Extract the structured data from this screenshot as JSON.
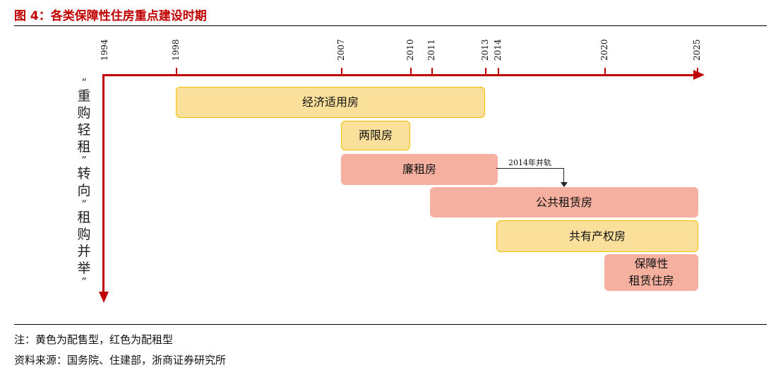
{
  "title": "图 4：各类保障性住房重点建设时期",
  "years": [
    "1994",
    "1998",
    "2007",
    "2010",
    "2011",
    "2013",
    "2014",
    "2020",
    "2025"
  ],
  "vertical_label": {
    "open_quote": "“",
    "close_quote": "”",
    "part1": [
      "重",
      "购",
      "轻",
      "租"
    ],
    "middle": [
      "转",
      "向"
    ],
    "part2": [
      "租",
      "购",
      "并",
      "举"
    ]
  },
  "bars": [
    {
      "label": "经济适用房",
      "type": "sale",
      "start": 1998,
      "end": 2013
    },
    {
      "label": "两限房",
      "type": "sale",
      "start": 2007,
      "end": 2010
    },
    {
      "label": "廉租房",
      "type": "rent",
      "start": 2007,
      "end": 2014
    },
    {
      "label": "公共租赁房",
      "type": "rent",
      "start": 2011,
      "end": 2025
    },
    {
      "label": "共有产权房",
      "type": "sale",
      "start": 2014,
      "end": 2025
    },
    {
      "label_line1": "保障性",
      "label_line2": "租赁住房",
      "type": "rent",
      "start": 2020,
      "end": 2025
    }
  ],
  "annotation": "2014年并轨",
  "colors": {
    "axis": "#c00000",
    "sale": "#fbe09b",
    "rent": "#f5b0a0",
    "title": "#c00000"
  },
  "note": "注：黄色为配售型，红色为配租型",
  "source": "资料来源：国务院、住建部，浙商证券研究所"
}
